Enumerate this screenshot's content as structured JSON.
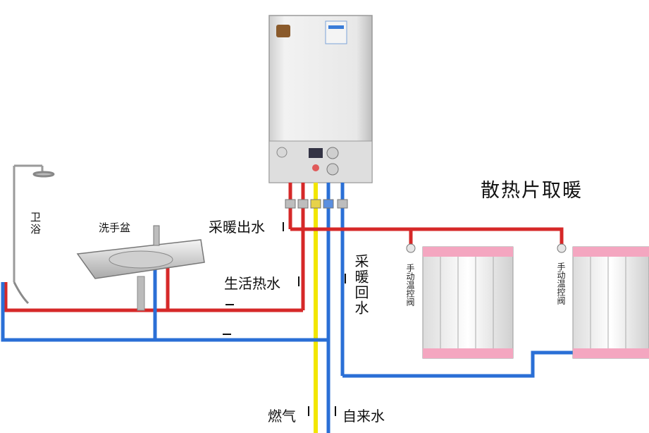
{
  "labels": {
    "title": "散热片取暖",
    "bathroom": "卫浴",
    "washbasin": "洗手盆",
    "heating_supply": "采暖出水",
    "domestic_hot_water": "生活热水",
    "heating_return": "采暖回水",
    "gas": "燃气",
    "tap_water": "自来水",
    "manual_valve_1": "手动温控阀",
    "manual_valve_2": "手动温控阀"
  },
  "colors": {
    "hot_pipe": "#d62828",
    "cold_pipe": "#2a6fd6",
    "gas_pipe": "#f2e600",
    "boiler": "#e6e6e6",
    "radiator_cap": "#f4a6c0"
  }
}
